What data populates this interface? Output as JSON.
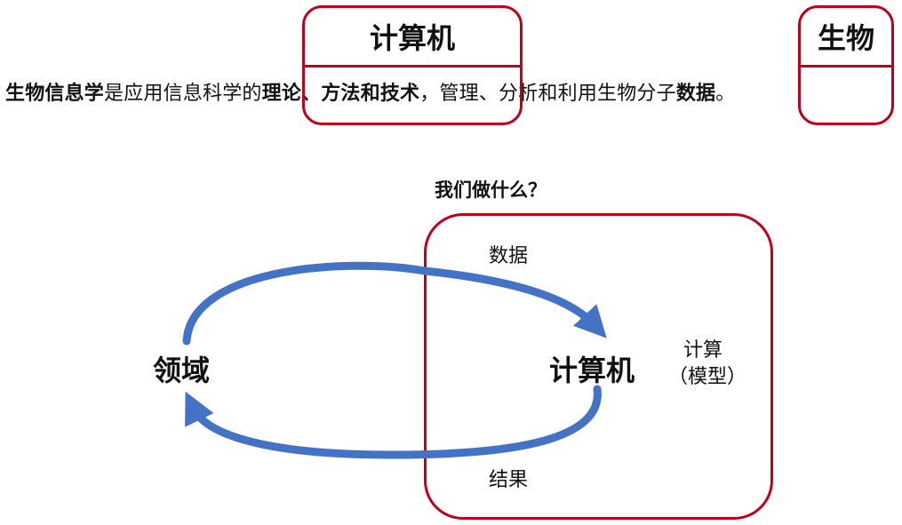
{
  "callouts": {
    "computer": {
      "title": "计算机"
    },
    "biology": {
      "title": "生物"
    }
  },
  "definition": {
    "term": "生物信息学",
    "part1": "是应用信息科学的",
    "methods": "理论、方法和技术",
    "part2": "，管理、分析和利用生物分子",
    "object": "数据",
    "end": "。"
  },
  "diagram": {
    "question": "我们做什么？",
    "node_domain": "领域",
    "node_computer": "计算机",
    "edge_data": "数据",
    "edge_result": "结果",
    "side_note_line1": "计算",
    "side_note_line2": "（模型）",
    "arrow_color": "#4472c4",
    "frame_color": "#c0001a"
  }
}
